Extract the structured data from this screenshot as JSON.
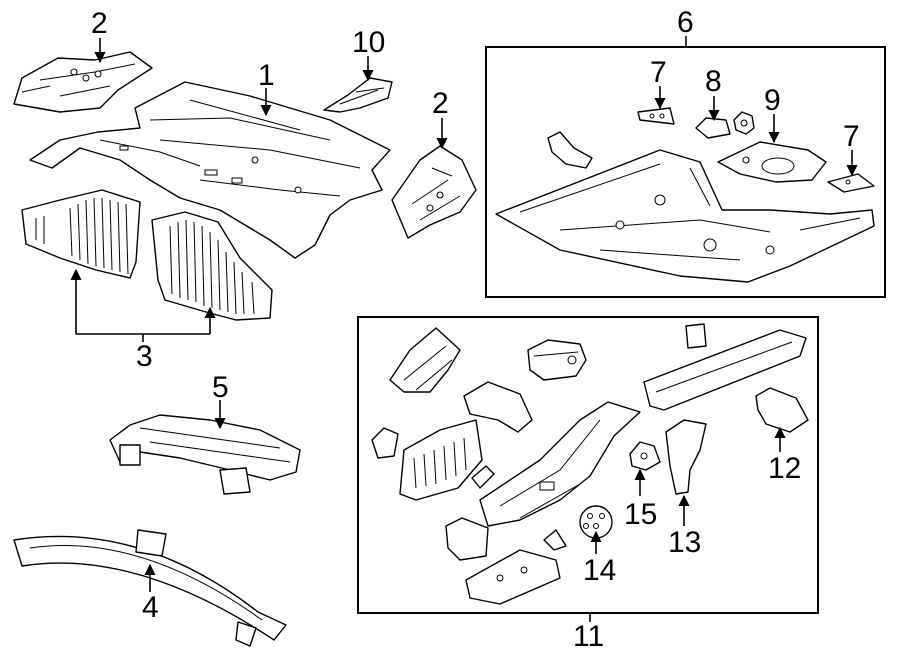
{
  "callouts": {
    "c1": "1",
    "c2a": "2",
    "c2b": "2",
    "c3": "3",
    "c4": "4",
    "c5": "5",
    "c6": "6",
    "c7a": "7",
    "c7b": "7",
    "c8": "8",
    "c9": "9",
    "c10": "10",
    "c11": "11",
    "c12": "12",
    "c13": "13",
    "c14": "14",
    "c15": "15"
  }
}
